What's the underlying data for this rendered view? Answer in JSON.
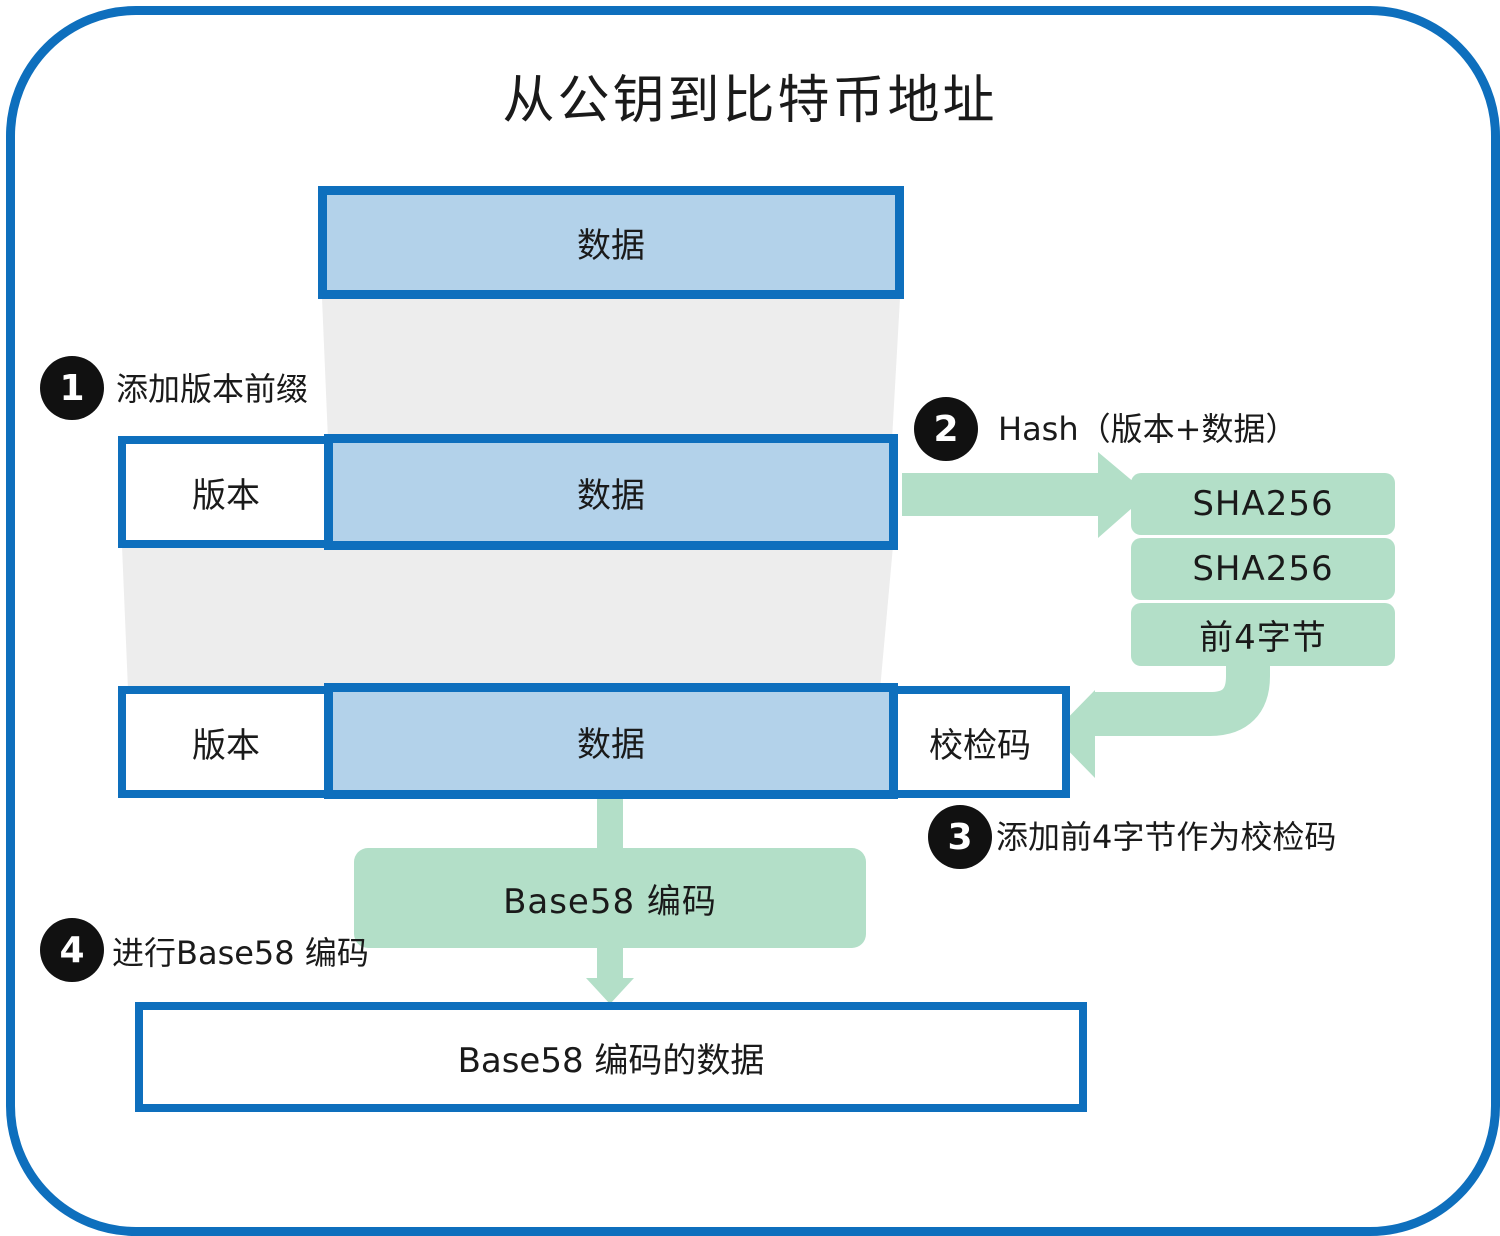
{
  "title": "从公钥到比特币地址",
  "row1": {
    "data": "数据"
  },
  "row2": {
    "version": "版本",
    "data": "数据"
  },
  "row3": {
    "version": "版本",
    "data": "数据",
    "checksum": "校检码"
  },
  "hash_steps": [
    "SHA256",
    "SHA256",
    "前4字节"
  ],
  "encode_step": "Base58 编码",
  "result": "Base58 编码的数据",
  "steps": [
    {
      "number": "1",
      "label": "添加版本前缀"
    },
    {
      "number": "2",
      "label": "Hash（版本+数据）"
    },
    {
      "number": "3",
      "label": "添加前4字节作为校检码"
    },
    {
      "number": "4",
      "label": "进行Base58 编码"
    }
  ],
  "colors": {
    "frame_blue": "#0e6fbd",
    "data_fill": "#b3d2ea",
    "green": "#b3dfc8",
    "funnel_gray": "#ededed"
  }
}
